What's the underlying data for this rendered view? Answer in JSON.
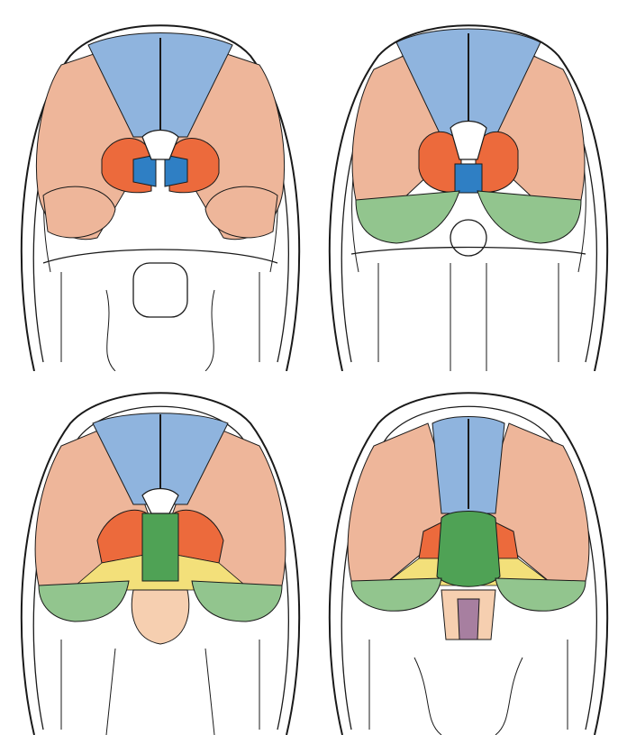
{
  "figure": {
    "panels": [
      {
        "id": "section-1",
        "regions": [
          "frontal-blue",
          "lateral-peach",
          "basal-ganglia-orange",
          "ventricle-blue"
        ]
      },
      {
        "id": "section-2",
        "regions": [
          "frontal-blue",
          "lateral-peach",
          "basal-ganglia-orange",
          "ventricle-blue",
          "temporal-green"
        ]
      },
      {
        "id": "section-3",
        "regions": [
          "frontal-blue",
          "lateral-peach",
          "basal-ganglia-orange",
          "thalamic-green",
          "yellow-band",
          "temporal-green",
          "brainstem-peach"
        ]
      },
      {
        "id": "section-4",
        "regions": [
          "frontal-blue",
          "lateral-peach",
          "basal-ganglia-orange",
          "thalamic-green",
          "yellow-band",
          "temporal-green",
          "brainstem-peach",
          "brainstem-purple"
        ]
      }
    ],
    "colors": {
      "blue": "#8fb4de",
      "dark_blue": "#2f7fc4",
      "peach": "#eeb69a",
      "orange": "#ec6a3c",
      "green": "#92c58e",
      "dark_green": "#4fa255",
      "yellow": "#f3e07a",
      "light_peach": "#f6cfb0",
      "purple": "#a77fa0",
      "line": "#1a1a1a"
    }
  }
}
